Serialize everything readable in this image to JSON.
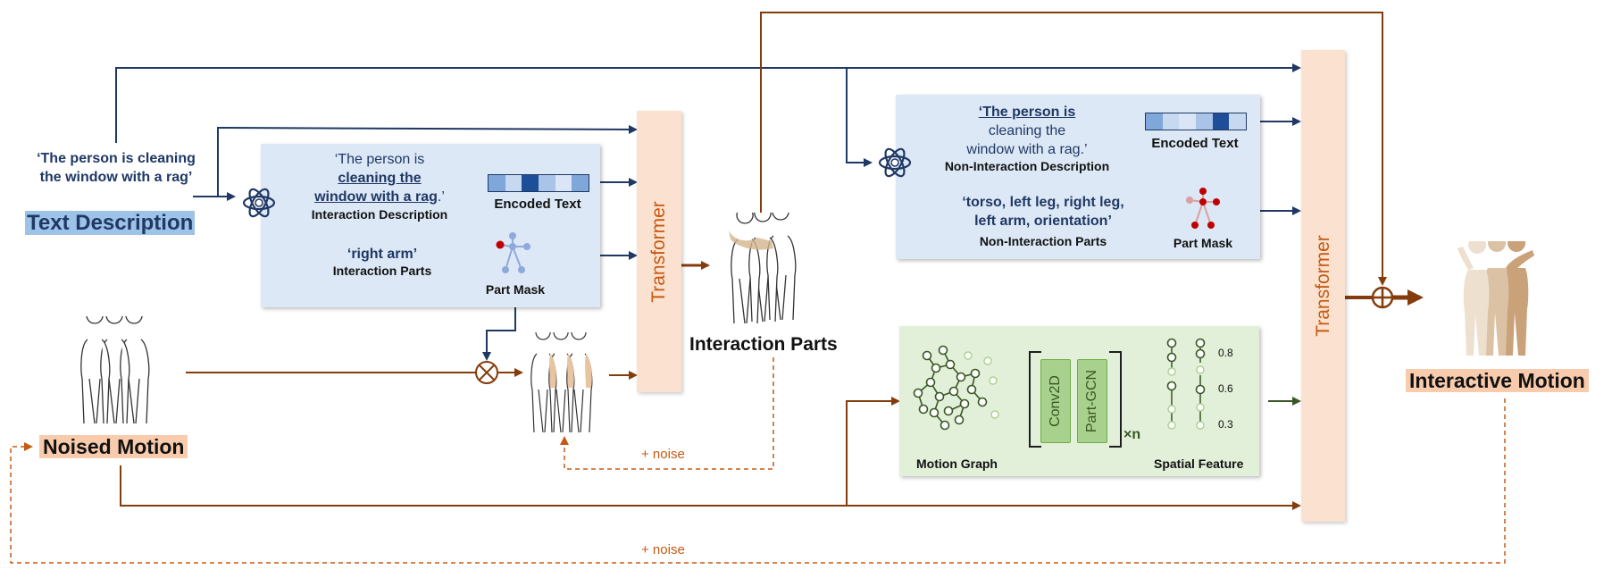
{
  "text_input": {
    "quote": "‘The person is cleaning the window with a rag’",
    "label": "Text Description"
  },
  "interaction_box": {
    "desc_line1": "‘The person is",
    "desc_line2": "cleaning the",
    "desc_line3": "window with a rag",
    "desc_line3_tail": ".’",
    "desc_label": "Interaction Description",
    "encoded_label": "Encoded Text",
    "parts_quote": "‘right arm’",
    "parts_label": "Interaction Parts",
    "mask_label": "Part Mask"
  },
  "transformer1": {
    "label": "Transformer"
  },
  "interaction_parts": {
    "label": "Interaction Parts"
  },
  "noised_motion": {
    "label": "Noised Motion"
  },
  "noise_label_1": "+ noise",
  "noise_label_2": "+ noise",
  "non_interaction_box": {
    "desc_line1": "‘The person is",
    "desc_line2": "cleaning the",
    "desc_line3": "window with a rag.’",
    "desc_label": "Non-Interaction Description",
    "encoded_label": "Encoded Text",
    "parts_quote_1": "‘torso, left leg, right leg,",
    "parts_quote_2": "left arm, orientation’",
    "parts_label": "Non-Interaction Parts",
    "mask_label": "Part Mask"
  },
  "spatial_box": {
    "motion_graph_label": "Motion Graph",
    "conv_label": "Conv2D",
    "gcn_label": "Part-GCN",
    "repeat_label": "×n",
    "feature_label": "Spatial Feature",
    "feature_values": [
      "0.8",
      "0.6",
      "0.3"
    ]
  },
  "transformer2": {
    "label": "Transformer"
  },
  "output": {
    "label": "Interactive Motion"
  },
  "colors": {
    "navy": "#1f3864",
    "brown": "#843c0c",
    "orange": "#c55a11",
    "green": "#385723",
    "box_blue": "#dde8f6",
    "box_green": "#e2efd9",
    "transformer": "#fbe1d0"
  }
}
